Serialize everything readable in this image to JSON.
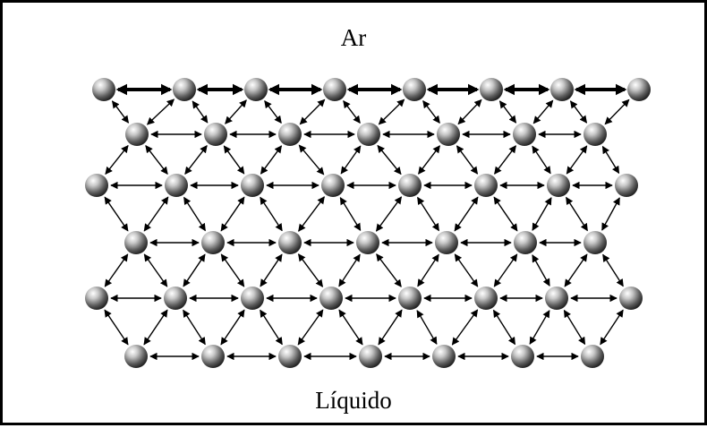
{
  "labels": {
    "top": "Ar",
    "bottom": "Líquido"
  },
  "lattice": {
    "rows": 6,
    "spheres_per_row": [
      8,
      7,
      8,
      7,
      8,
      7
    ],
    "surface_row_bonds": "thick",
    "sphere_color": "#8a8a8a",
    "arrow_color": "#000000"
  }
}
